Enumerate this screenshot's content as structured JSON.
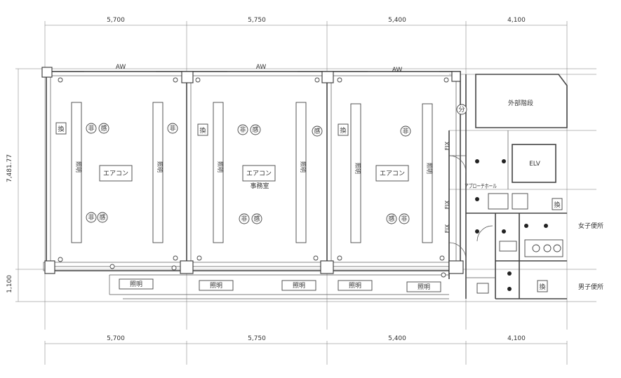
{
  "dimensions": {
    "top": [
      "5,700",
      "5,750",
      "5,400",
      "4,100"
    ],
    "bottom": [
      "5,700",
      "5,750",
      "5,400",
      "4,100"
    ],
    "left": [
      "7,481.77",
      "1,100"
    ]
  },
  "labels": {
    "window": "AW",
    "aircon": "エアコン",
    "lighting": "照明",
    "office": "事務室",
    "fix": "FIX",
    "approach": "アプローチホール",
    "outer_stairs": "外部階段",
    "elevator": "ELV",
    "womens_wc": "女子便所",
    "mens_wc": "男子便所",
    "elv_label": "ELV"
  },
  "symbols": {
    "ventilation": "換",
    "emergency": "非",
    "sensor": "感",
    "distribution": "分"
  }
}
